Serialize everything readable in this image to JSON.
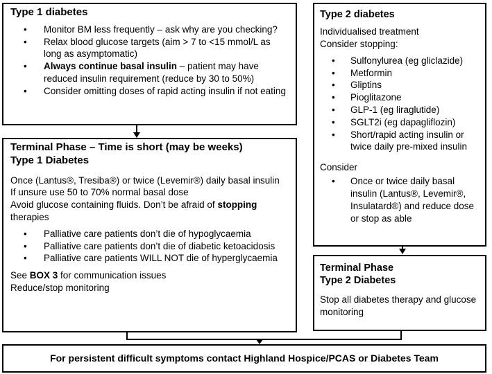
{
  "colors": {
    "border": "#000000",
    "text": "#000000",
    "background": "#ffffff"
  },
  "box_type1": {
    "title": "Type 1 diabetes",
    "bullets": [
      "Monitor BM less frequently – ask why are you checking?",
      "Relax blood glucose targets (aim > 7 to <15 mmol/L as long as asymptomatic)",
      {
        "bold": "Always continue basal insulin",
        "rest": " – patient may have reduced insulin requirement (reduce by 30 to 50%)"
      },
      "Consider omitting doses of rapid acting insulin if not eating"
    ]
  },
  "box_terminal1": {
    "title_line1": "Terminal Phase – Time is short (may be weeks)",
    "title_line2": "Type 1 Diabetes",
    "para_line1": "Once (Lantus®, Tresiba®) or twice (Levemir®) daily basal insulin",
    "para_line2": "If unsure use 50 to 70% normal basal dose",
    "para_line3_pre": "Avoid glucose containing fluids. Don’t be afraid of ",
    "para_line3_bold": "stopping",
    "para_line3_post": " therapies",
    "bullets": [
      "Palliative care patients don’t die of hypoglycaemia",
      "Palliative care patients don’t die of diabetic ketoacidosis",
      "Palliative care patients WILL NOT die of hyperglycaemia"
    ],
    "see_pre": "See ",
    "see_bold": "BOX 3",
    "see_post": " for communication issues",
    "last_line": "Reduce/stop monitoring"
  },
  "box_type2": {
    "title": "Type 2 diabetes",
    "line1": "Individualised treatment",
    "line2": "Consider stopping:",
    "stop_items": [
      "Sulfonylurea (eg gliclazide)",
      "Metformin",
      "Gliptins",
      "Pioglitazone",
      "GLP-1 (eg liraglutide)",
      "SGLT2i (eg dapagliflozin)",
      "Short/rapid acting insulin or twice daily pre-mixed insulin"
    ],
    "consider_label": "Consider",
    "consider_items": [
      "Once or twice daily basal insulin (Lantus®, Levemir®, Insulatard®) and reduce dose or stop as able"
    ]
  },
  "box_terminal2": {
    "title_line1": "Terminal Phase",
    "title_line2": "Type 2 Diabetes",
    "body": "Stop all diabetes therapy and glucose monitoring"
  },
  "footer": {
    "text": "For persistent difficult symptoms contact Highland Hospice/PCAS or Diabetes Team"
  }
}
